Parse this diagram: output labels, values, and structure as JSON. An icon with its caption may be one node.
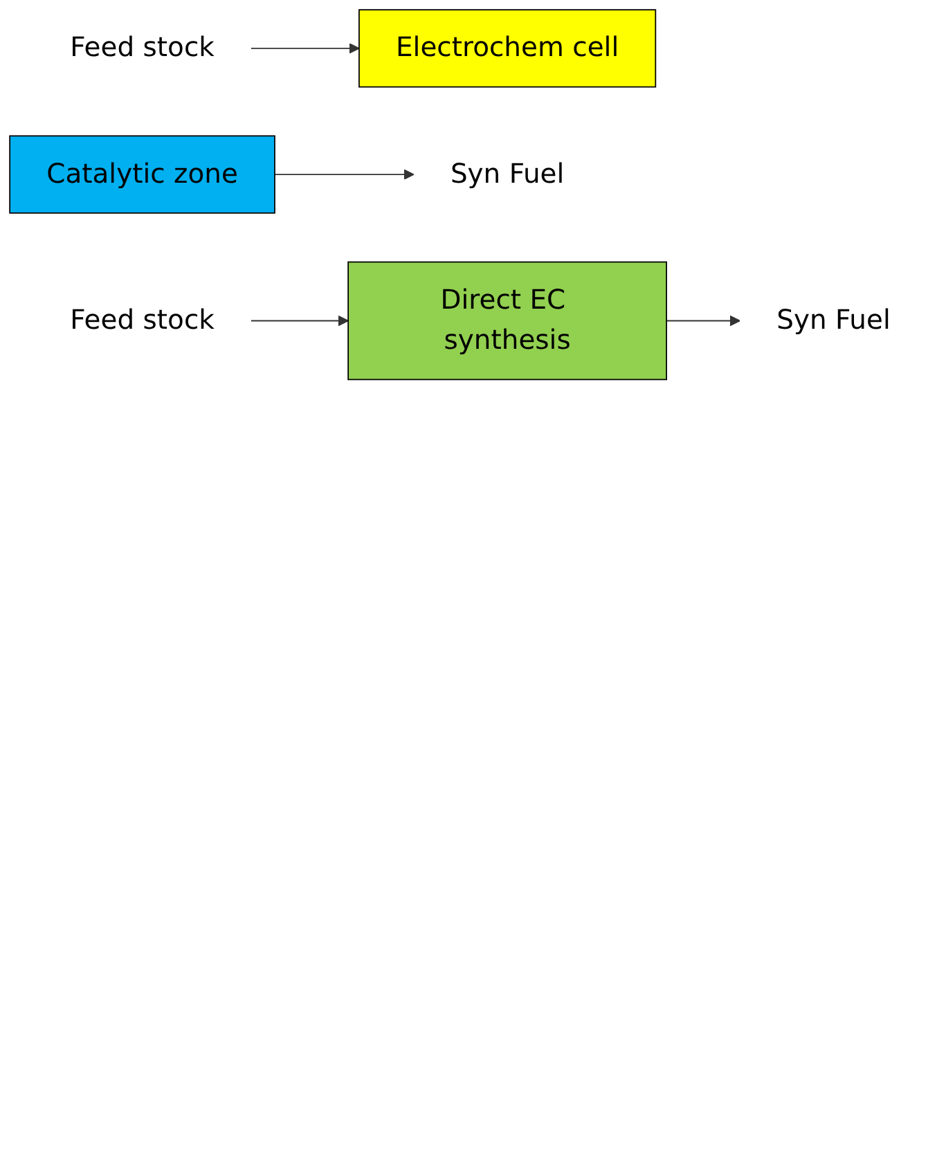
{
  "diagram": {
    "nodes": [
      {
        "text": [
          "Feed stock"
        ]
      },
      {
        "text": [
          "Catalytic zone"
        ]
      },
      {
        "text": [
          "Electrochem cell"
        ]
      },
      {
        "text": [
          "Syn Fuel"
        ]
      },
      {
        "text": [
          "Feed stock"
        ]
      },
      {
        "text": [
          "Direct EC synthesis"
        ]
      },
      {
        "text": [
          "Syn Fuel"
        ]
      }
    ],
    "edges": [
      {
        "from": 0,
        "to": 2,
        "arrow": "to"
      },
      {
        "from": 1,
        "to": 3,
        "arrow": "to"
      },
      {
        "from": 4,
        "to": 5,
        "arrow": "to"
      },
      {
        "from": 5,
        "to": 6,
        "arrow": "to"
      }
    ]
  }
}
